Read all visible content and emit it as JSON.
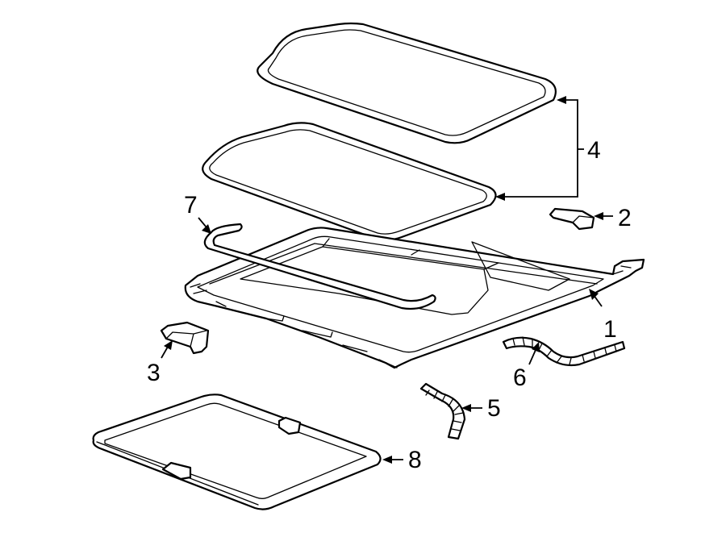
{
  "diagram": {
    "type": "exploded-parts-view",
    "callouts": [
      {
        "id": "c1",
        "label": "1"
      },
      {
        "id": "c2",
        "label": "2"
      },
      {
        "id": "c3",
        "label": "3"
      },
      {
        "id": "c4",
        "label": "4"
      },
      {
        "id": "c5",
        "label": "5"
      },
      {
        "id": "c6",
        "label": "6"
      },
      {
        "id": "c7",
        "label": "7"
      },
      {
        "id": "c8",
        "label": "8"
      }
    ]
  }
}
